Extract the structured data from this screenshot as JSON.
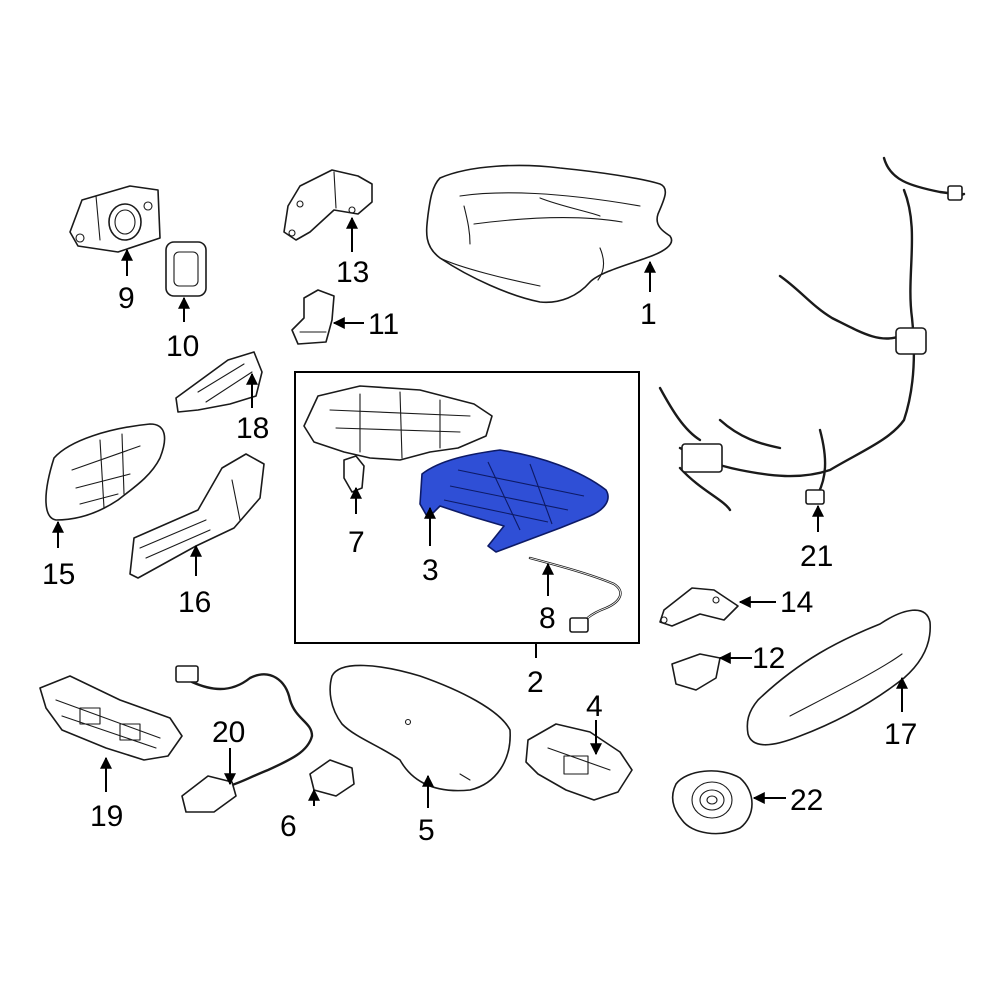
{
  "callouts": {
    "c1": "1",
    "c2": "2",
    "c3": "3",
    "c4": "4",
    "c5": "5",
    "c6": "6",
    "c7": "7",
    "c8": "8",
    "c9": "9",
    "c10": "10",
    "c11": "11",
    "c12": "12",
    "c13": "13",
    "c14": "14",
    "c15": "15",
    "c16": "16",
    "c17": "17",
    "c18": "18",
    "c19": "19",
    "c20": "20",
    "c21": "21",
    "c22": "22"
  },
  "colors": {
    "highlight": "#2f4fd6",
    "line": "#1a1a1a",
    "background": "#ffffff"
  }
}
